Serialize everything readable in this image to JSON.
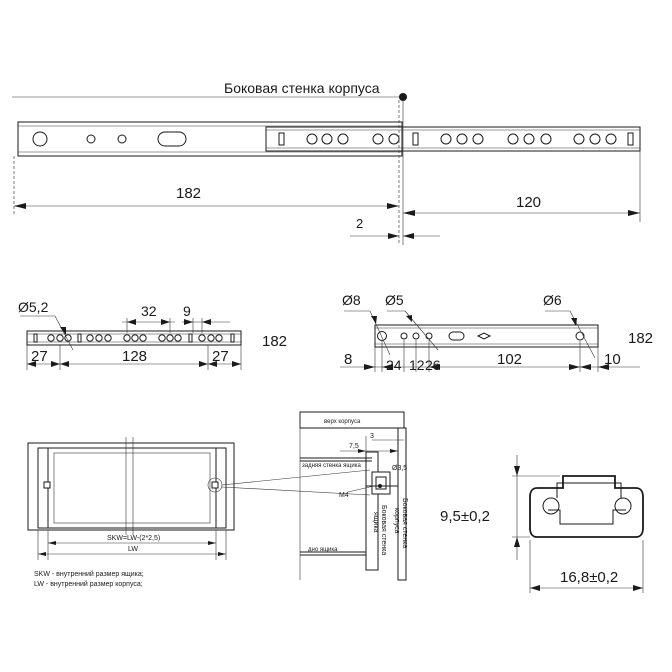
{
  "top_view": {
    "cabinet_wall_label": "Боковая стенка корпуса",
    "dim_left": "182",
    "dim_right": "120",
    "dim_offset": "2"
  },
  "inner_member": {
    "hole_label": "Ø5,2",
    "dim_32": "32",
    "dim_9": "9",
    "dim_27_left": "27",
    "dim_128": "128",
    "dim_27_right": "27",
    "length": "182"
  },
  "outer_member": {
    "hole8_label": "Ø8",
    "hole5_label": "Ø5",
    "hole6_label": "Ø6",
    "dim_8": "8",
    "dim_24": "24",
    "dim_12": "12",
    "dim_26": "26",
    "dim_102": "102",
    "dim_10": "10",
    "length": "182"
  },
  "drawer_view": {
    "skw_formula": "SKW=LW-(2*2,5)",
    "lw_label": "LW",
    "note_skw": "SKW - внутренний размер ящика;",
    "note_lw": "LW - внутренний размер корпуса;"
  },
  "detail_view": {
    "top_label": "верх корпуса",
    "dim_7_5": "7,5",
    "dim_3": "3",
    "back_wall_label": "задняя стенка ящика",
    "hole_label": "Ø3,5",
    "screw_label": "M4",
    "drawer_side_label_1": "Боковая стенка",
    "drawer_side_label_2": "ящика",
    "cabinet_side_label_1": "Боковая стенка",
    "cabinet_side_label_2": "корпуса",
    "bottom_label": "дно ящика"
  },
  "profile_view": {
    "height": "9,5±0,2",
    "width": "16,8±0,2"
  }
}
